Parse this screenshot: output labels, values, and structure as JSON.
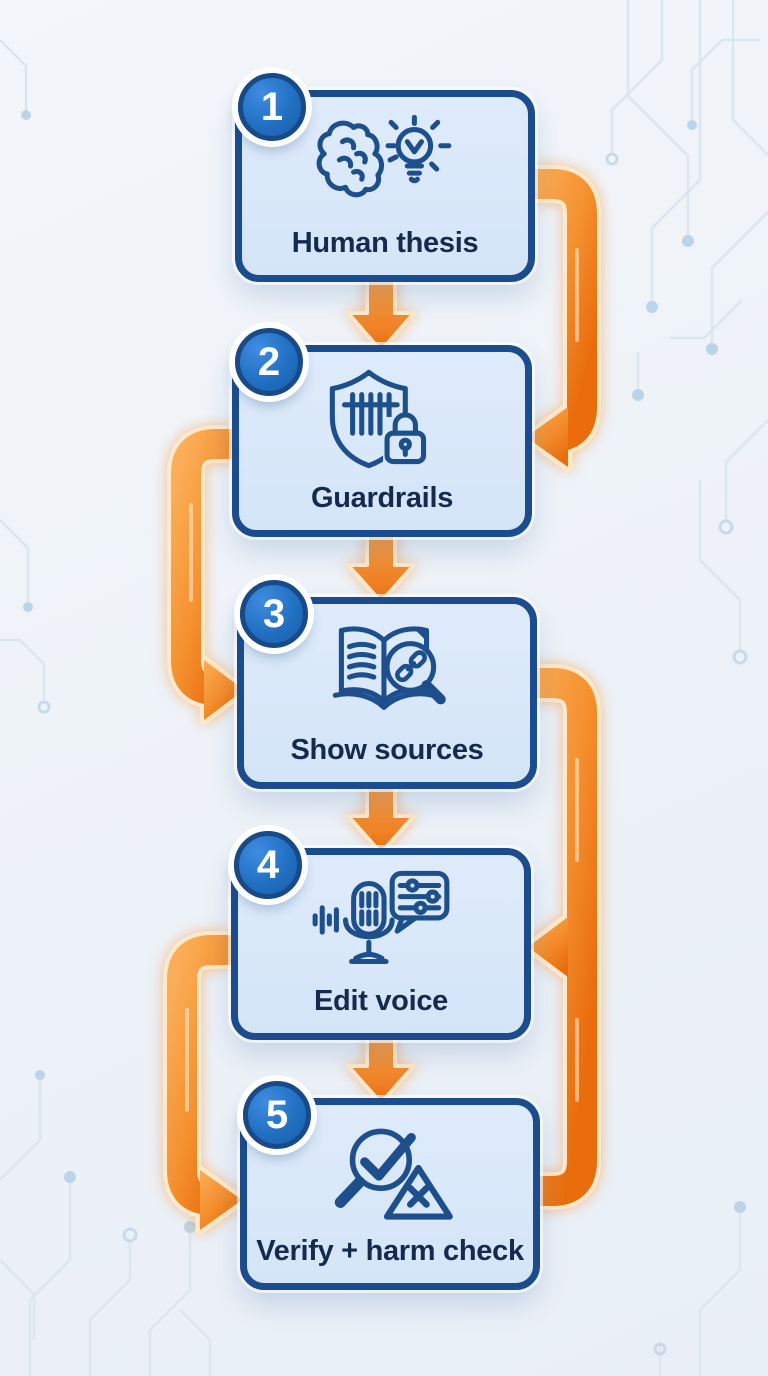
{
  "diagram": {
    "type": "flowchart",
    "direction": "top-to-bottom",
    "steps": [
      {
        "number": "1",
        "label": "Human thesis",
        "icon": "brain-lightbulb-icon"
      },
      {
        "number": "2",
        "label": "Guardrails",
        "icon": "shield-lock-icon"
      },
      {
        "number": "3",
        "label": "Show sources",
        "icon": "book-magnifier-link-icon"
      },
      {
        "number": "4",
        "label": "Edit voice",
        "icon": "microphone-speech-settings-icon"
      },
      {
        "number": "5",
        "label": "Verify + harm check",
        "icon": "magnifier-check-warning-icon"
      }
    ],
    "connectors": {
      "down_arrows": [
        {
          "from": "1",
          "to": "2"
        },
        {
          "from": "2",
          "to": "3"
        },
        {
          "from": "3",
          "to": "4"
        },
        {
          "from": "4",
          "to": "5"
        }
      ],
      "side_loops": [
        {
          "from": "1",
          "to": "2",
          "side": "right"
        },
        {
          "from": "2",
          "to": "3",
          "side": "left"
        },
        {
          "from": "3",
          "to": [
            "4",
            "5"
          ],
          "side": "right"
        },
        {
          "from": "4",
          "to": "5",
          "side": "left"
        }
      ]
    },
    "colors": {
      "background": "#EEF2F8",
      "card_fill": "#D9E8FA",
      "card_border": "#1B4D8E",
      "badge_fill": "#2374C8",
      "badge_ring": "#174A86",
      "label_text": "#16294E",
      "icon_stroke": "#1D4F8C",
      "arrow_orange": "#EE7514",
      "arrow_orange_light": "#FBAE57",
      "arrow_outline": "#FFE9CA",
      "circuit_line": "#DCE6EE"
    }
  }
}
